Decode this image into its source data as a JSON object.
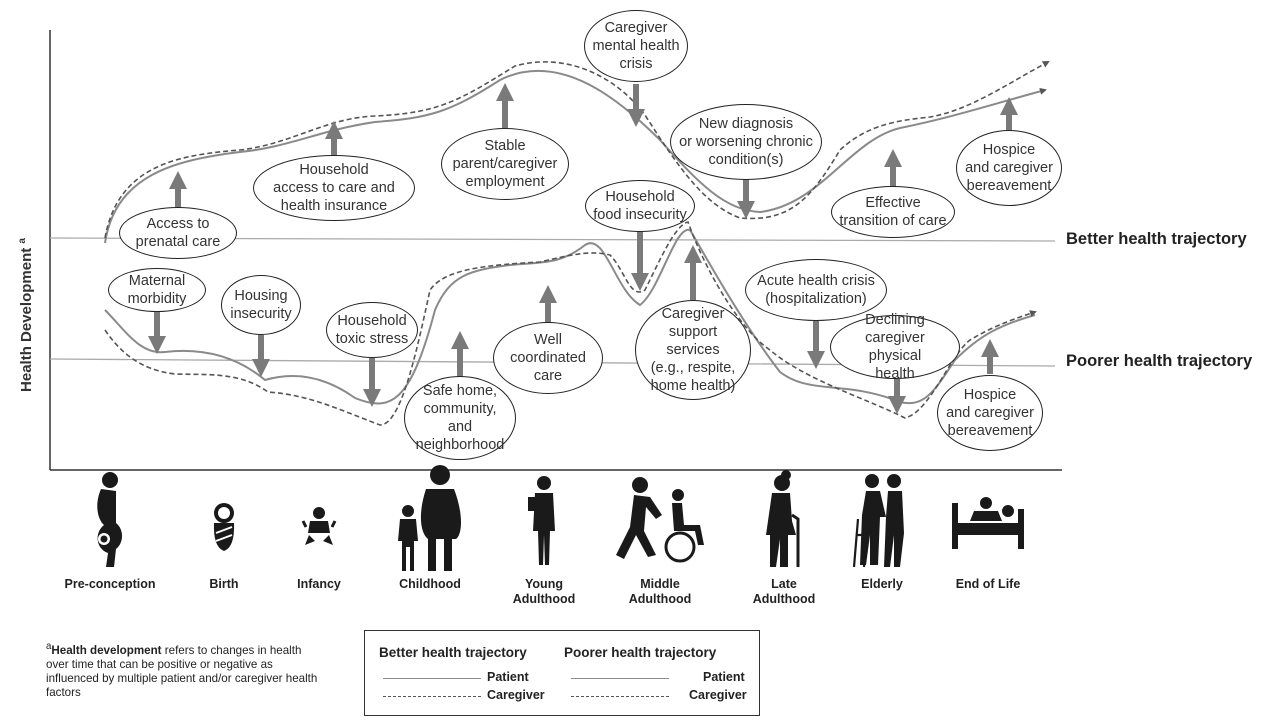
{
  "y_axis_title": "Health Development",
  "y_axis_superscript": "a",
  "trajectory_labels": {
    "better": "Better health trajectory",
    "poorer": "Poorer health trajectory"
  },
  "better_events": [
    {
      "text": "Access to\nprenatal care",
      "direction": "up"
    },
    {
      "text": "Household\naccess to care and\nhealth insurance",
      "direction": "up"
    },
    {
      "text": "Stable\nparent/caregiver\nemployment",
      "direction": "up"
    },
    {
      "text": "Caregiver\nmental health\ncrisis",
      "direction": "down"
    },
    {
      "text": "New diagnosis\nor worsening chronic\ncondition(s)",
      "direction": "down"
    },
    {
      "text": "Effective\ntransition of care",
      "direction": "up"
    },
    {
      "text": "Hospice\nand caregiver\nbereavement",
      "direction": "up"
    }
  ],
  "poorer_events": [
    {
      "text": "Maternal\nmorbidity",
      "direction": "down"
    },
    {
      "text": "Housing\ninsecurity",
      "direction": "down"
    },
    {
      "text": "Household\ntoxic stress",
      "direction": "down"
    },
    {
      "text": "Safe home,\ncommunity, and\nneighborhood",
      "direction": "up"
    },
    {
      "text": "Well\ncoordinated\ncare",
      "direction": "up"
    },
    {
      "text": "Household\nfood insecurity",
      "direction": "down"
    },
    {
      "text": "Caregiver\nsupport services\n(e.g., respite,\nhome health)",
      "direction": "up"
    },
    {
      "text": "Acute health crisis\n(hospitalization)",
      "direction": "down"
    },
    {
      "text": "Declining\ncaregiver physical\nhealth",
      "direction": "down"
    },
    {
      "text": "Hospice\nand caregiver\nbereavement",
      "direction": "up"
    }
  ],
  "life_stages": [
    {
      "label": "Pre-conception",
      "icon": "pregnant-person-icon"
    },
    {
      "label": "Birth",
      "icon": "newborn-icon"
    },
    {
      "label": "Infancy",
      "icon": "infant-icon"
    },
    {
      "label": "Childhood",
      "icon": "parent-and-child-icon"
    },
    {
      "label": "Young\nAdulthood",
      "icon": "young-adult-icon"
    },
    {
      "label": "Middle\nAdulthood",
      "icon": "caregiver-pushing-wheelchair-icon"
    },
    {
      "label": "Late\nAdulthood",
      "icon": "older-adult-with-cane-icon"
    },
    {
      "label": "Elderly",
      "icon": "elderly-with-walker-icon"
    },
    {
      "label": "End of Life",
      "icon": "hospital-bed-icon"
    }
  ],
  "footnote": {
    "marker": "a",
    "bold": "Health development",
    "rest": " refers to changes in health over time that can be positive or negative as influenced by multiple patient and/or caregiver health factors"
  },
  "legend": {
    "better_header": "Better health trajectory",
    "poorer_header": "Poorer health trajectory",
    "patient_label": "Patient",
    "caregiver_label": "Caregiver"
  },
  "colors": {
    "patient_line": "#8a8a8a",
    "caregiver_line": "#555555",
    "arrow": "#7a7a7a",
    "icon": "#1a1a1a"
  }
}
